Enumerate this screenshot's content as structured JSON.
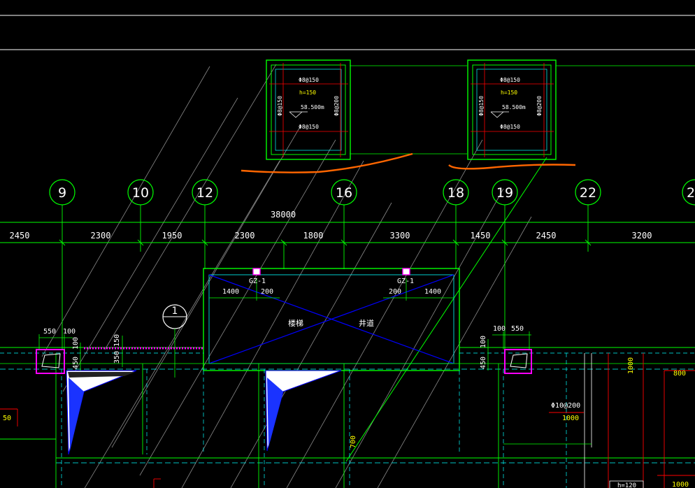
{
  "colors": {
    "background": "#000000",
    "grid": "#00ff00",
    "text": "#ffffff",
    "highlight_text": "#ffff00",
    "diagonal_guides": "#9a9a9a",
    "wall": "#00ffff",
    "cross": "#0000ff",
    "rebar": "#ff0000",
    "markup": "#ff6600",
    "hatch": "#ff00ff"
  },
  "axis_bubbles": [
    "9",
    "10",
    "12",
    "16",
    "18",
    "19",
    "22",
    "2"
  ],
  "dimensions": {
    "overall": "38000",
    "segments": [
      "2450",
      "2300",
      "1950",
      "2300",
      "1800",
      "3300",
      "1450",
      "2450",
      "3200"
    ]
  },
  "detail_boxes": [
    {
      "rebar_top": "Φ8@150",
      "thickness": "h=150",
      "elevation": "58.500m",
      "rebar_bottom": "Φ8@150",
      "rebar_left": "Φ8@150",
      "rebar_right": "Φ8@200"
    },
    {
      "rebar_top": "Φ8@150",
      "thickness": "h=150",
      "elevation": "58.500m",
      "rebar_bottom": "Φ8@150",
      "rebar_left": "Φ8@150",
      "rebar_right": "Φ8@200"
    }
  ],
  "plan_labels": {
    "section_mark": "1",
    "column_left": "GZ-1",
    "column_right": "GZ-1",
    "dim_1400_left": "1400",
    "dim_200_left": "200",
    "dim_200_right": "200",
    "dim_1400_right": "1400",
    "room_left": "楼梯",
    "room_right": "井道",
    "dim_550_left": "550",
    "dim_100_left": "100",
    "dim_100_right": "100",
    "dim_550_right": "550",
    "dim_100_v_left": "100",
    "dim_150_v": "150",
    "dim_450_v_left": "450",
    "dim_350_v": "350",
    "dim_100_v_right": "100",
    "dim_450_v_right": "450",
    "rebar_right": "Φ10@200",
    "dim_1000_a": "1000",
    "dim_1000_b": "1000",
    "dim_800": "800",
    "dim_700": "700",
    "dim_50": "50",
    "dim_1000_c": "1000",
    "tag_bottom": "h=120"
  }
}
